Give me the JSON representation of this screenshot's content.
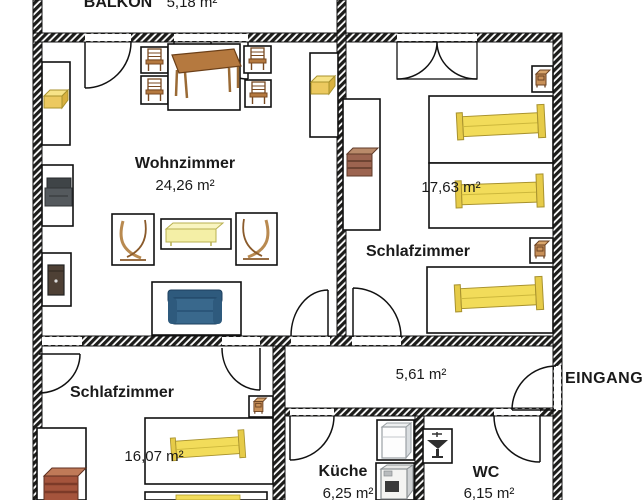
{
  "rooms": {
    "balkon": {
      "name": "BALKON",
      "area": "5,18 m²"
    },
    "wohnzimmer": {
      "name": "Wohnzimmer",
      "area": "24,26 m²"
    },
    "schlafzimmer_gross": {
      "name": "Schlafzimmer",
      "area": "17,63 m²"
    },
    "schlafzimmer_klein": {
      "name": "Schlafzimmer",
      "area": "16,07 m²"
    },
    "flur": {
      "area": "5,61 m²"
    },
    "kueche": {
      "name": "Küche",
      "area": "6,25 m²"
    },
    "wc": {
      "name": "WC",
      "area": "6,15 m²"
    },
    "eingang": {
      "name": "EINGANG"
    }
  },
  "colors": {
    "wall_dark": "#1d1d1b",
    "bed_yellow": "#f2dc5a",
    "sofa_blue": "#39688c",
    "wood_brown": "#b5793f",
    "dresser_brown": "#9c6450",
    "dresser_red": "#a5543c",
    "bench_yellow": "#f4efa6",
    "armchair_gray": "#54595d",
    "sideboard_yellow": "#ecc95f"
  }
}
